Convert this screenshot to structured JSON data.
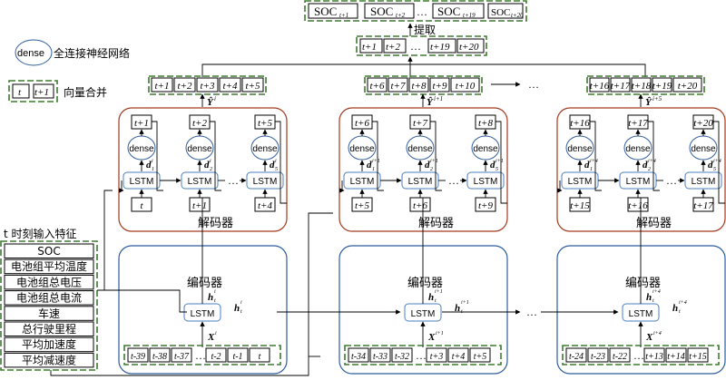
{
  "legend": {
    "dense_label": "dense",
    "dense_text": "全连接神经网络",
    "merge_t": "t",
    "merge_t1": "t+1",
    "merge_text": "向量合并"
  },
  "top": {
    "soc_items": [
      "SOC",
      "SOC",
      "SOC",
      "SOC"
    ],
    "soc_subs": [
      "t+1",
      "t+2",
      "t+19",
      "t+20"
    ],
    "ellipsis": "…",
    "extract_label": "提取",
    "extract_boxes": [
      "t+1",
      "t+2",
      "t+19",
      "t+20"
    ]
  },
  "input_features": {
    "title": "t 时刻输入特征",
    "items": [
      "SOC",
      "电池组平均温度",
      "电池组总电压",
      "电池组总电流",
      "车速",
      "总行驶里程",
      "平均加速度",
      "平均减速度"
    ]
  },
  "stages": [
    {
      "output_boxes": [
        "t+1",
        "t+2",
        "t+3",
        "t+4",
        "t+5"
      ],
      "y_label": "Ŷ",
      "y_sup": "i",
      "decoder_label": "解码器",
      "cells": [
        {
          "top": "t+1",
          "bottom": "t",
          "d_sub": "1",
          "d_sup": "i"
        },
        {
          "top": "t+2",
          "bottom": "t+1",
          "d_sub": "2",
          "d_sup": "i"
        },
        {
          "top": "t+5",
          "bottom": "t+4",
          "d_sub": "5",
          "d_sup": "i"
        }
      ],
      "encoder_label": "编码器",
      "h_sup": "i",
      "x_sup": "i",
      "input_boxes": [
        "t-39",
        "t-38",
        "t-37",
        "…",
        "t-2",
        "t-1",
        "t"
      ]
    },
    {
      "output_boxes": [
        "t+6",
        "t+7",
        "t+8",
        "t+9",
        "t+10"
      ],
      "y_label": "Ŷ",
      "y_sup": "i+1",
      "decoder_label": "解码器",
      "cells": [
        {
          "top": "t+6",
          "bottom": "t+5",
          "d_sub": "1",
          "d_sup": "i+1"
        },
        {
          "top": "t+7",
          "bottom": "t+6",
          "d_sub": "2",
          "d_sup": "i+1"
        },
        {
          "top": "t+8",
          "bottom": "t+9",
          "d_sub": "5",
          "d_sup": "i+1"
        }
      ],
      "encoder_label": "编码器",
      "h_sup": "i+1",
      "x_sup": "i+1",
      "input_boxes": [
        "t-34",
        "t-33",
        "t-32",
        "…",
        "t+3",
        "t+4",
        "t+5"
      ]
    },
    {
      "output_boxes": [
        "t+16",
        "t+17",
        "t+18",
        "t+19",
        "t+20"
      ],
      "y_label": "Ŷ",
      "y_sup": "i+5",
      "decoder_label": "解码器",
      "cells": [
        {
          "top": "t+16",
          "bottom": "t+15",
          "d_sub": "1",
          "d_sup": "i+4"
        },
        {
          "top": "t+17",
          "bottom": "t+16",
          "d_sub": "2",
          "d_sup": "i+4"
        },
        {
          "top": "t+20",
          "bottom": "t+17",
          "d_sub": "5",
          "d_sup": "i+4"
        }
      ],
      "encoder_label": "编码器",
      "h_sup": "i+4",
      "x_sup": "i+4",
      "input_boxes": [
        "t-24",
        "t-23",
        "t-22",
        "…",
        "t+13",
        "t+14",
        "t+15"
      ]
    }
  ],
  "cell_text": {
    "lstm": "LSTM",
    "dense": "dense",
    "d": "d",
    "h": "h",
    "x": "X",
    "hsub": "t"
  }
}
